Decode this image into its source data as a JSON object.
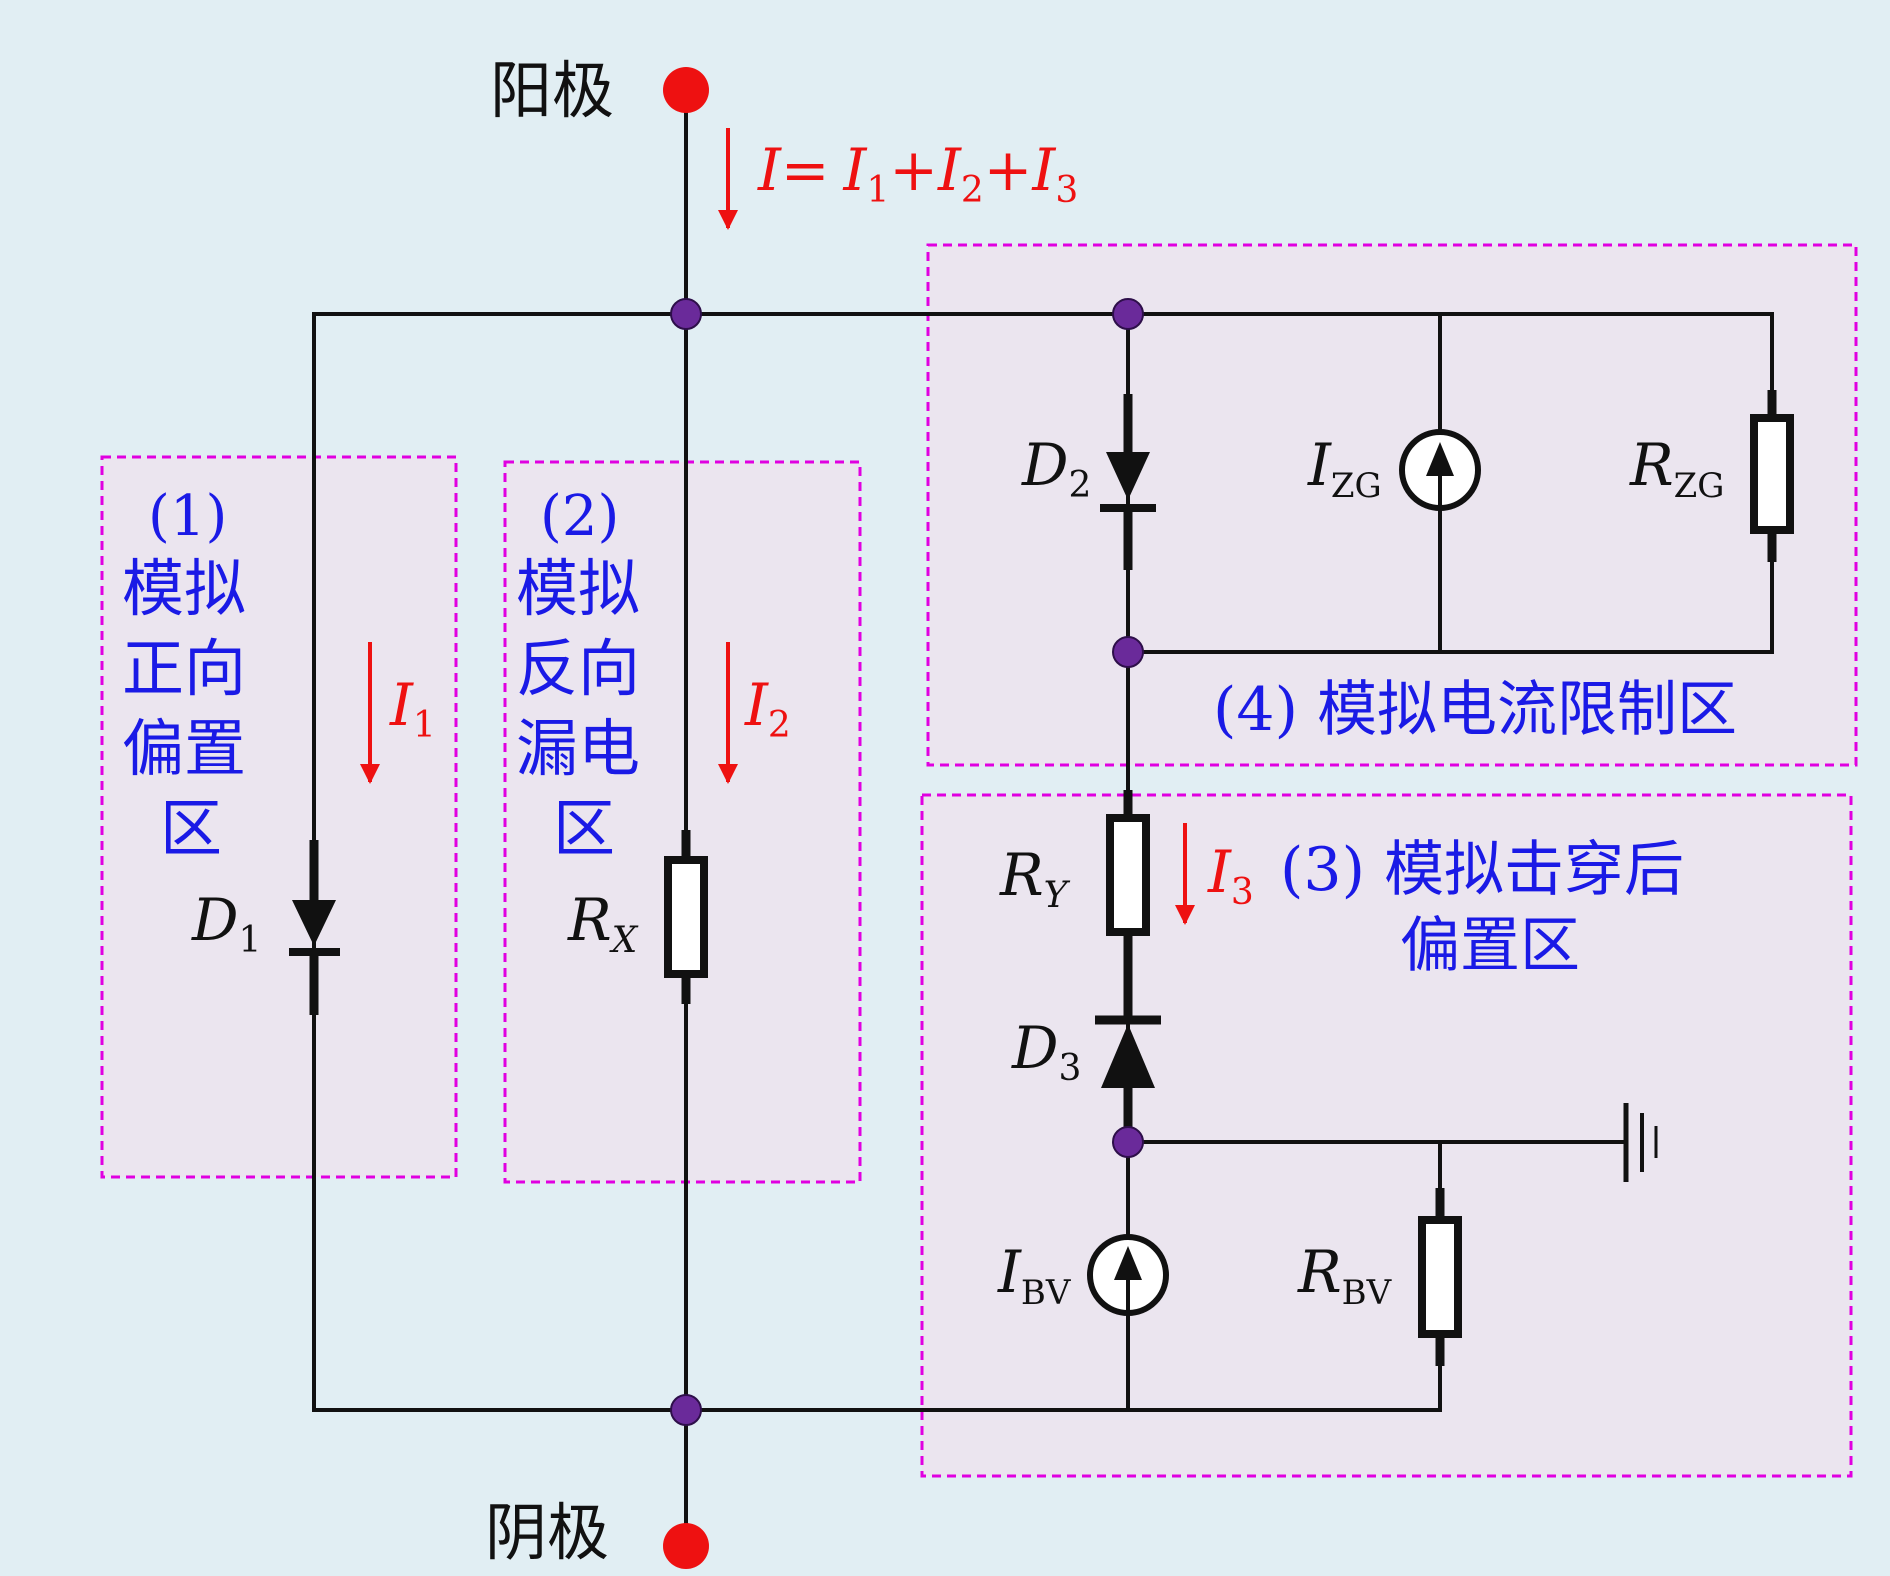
{
  "colors": {
    "background": "#e1eef3",
    "wire": "#111111",
    "zone_border": "#e000e0",
    "zone_fill": "#ebe4ee",
    "label_blue": "#1a1ae6",
    "current_red": "#ee1111",
    "terminal": "#ee1111",
    "node": "#6a2a9a"
  },
  "terminals": {
    "anode": "阳极",
    "cathode": "阴极"
  },
  "total_current": {
    "lhs": "I",
    "eq": "=",
    "t1": "I",
    "s1": "1",
    "p1": "+",
    "t2": "I",
    "s2": "2",
    "p2": "+",
    "t3": "I",
    "s3": "3"
  },
  "zones": {
    "z1": {
      "num": "(1)",
      "lines": [
        "模拟",
        "正向",
        "偏置",
        "区"
      ]
    },
    "z2": {
      "num": "(2)",
      "lines": [
        "模拟",
        "反向",
        "漏电",
        "区"
      ]
    },
    "z3": {
      "line1": "(3) 模拟击穿后",
      "line2": "偏置区"
    },
    "z4": {
      "text": "(4) 模拟电流限制区"
    }
  },
  "components": {
    "d1": {
      "main": "D",
      "sub": "1"
    },
    "d2": {
      "main": "D",
      "sub": "2"
    },
    "d3": {
      "main": "D",
      "sub": "3"
    },
    "rx": {
      "main": "R",
      "sub": "X"
    },
    "ry": {
      "main": "R",
      "sub": "Y"
    },
    "izg": {
      "main": "I",
      "sub": "ZG"
    },
    "rzg": {
      "main": "R",
      "sub": "ZG"
    },
    "ibv": {
      "main": "I",
      "sub": "BV"
    },
    "rbv": {
      "main": "R",
      "sub": "BV"
    }
  },
  "branch_currents": {
    "i1": {
      "main": "I",
      "sub": "1"
    },
    "i2": {
      "main": "I",
      "sub": "2"
    },
    "i3": {
      "main": "I",
      "sub": "3"
    }
  }
}
